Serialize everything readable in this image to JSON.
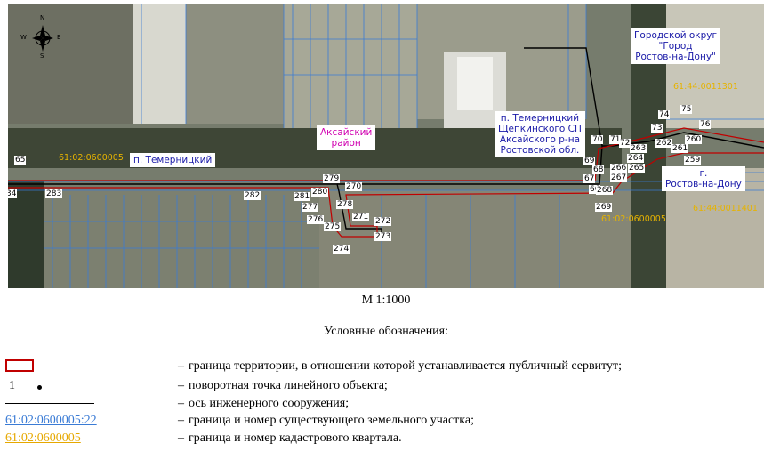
{
  "map": {
    "compass": {
      "n": "N",
      "s": "S",
      "e": "E",
      "w": "W"
    },
    "admin_labels": {
      "okrug": "Городской округ\n\"Город\nРостов-на-Дону\"",
      "aksai": "Аксайский\nрайон",
      "temernitsky_sp": "п. Темерницкий\nЩепкинского СП\nАксайского р-на\nРостовской обл.",
      "rostov": "г.\nРостов-на-Дону",
      "temernitsky": "п. Темерницкий"
    },
    "cadastral_quarters": [
      "61:44:0011301",
      "61:02:0600005",
      "61:02:0600005",
      "61:44:0011401"
    ],
    "points": [
      "65",
      "34",
      "283",
      "282",
      "281",
      "280",
      "279",
      "270",
      "278",
      "277",
      "276",
      "275",
      "271",
      "272",
      "273",
      "274",
      "66",
      "67",
      "68",
      "69",
      "70",
      "71",
      "72",
      "263",
      "264",
      "265",
      "266",
      "267",
      "268",
      "269",
      "262",
      "261",
      "260",
      "259",
      "73",
      "74",
      "75",
      "76"
    ]
  },
  "scale": "М 1:1000",
  "legend": {
    "title": "Условные обозначения:",
    "items": [
      {
        "symbol": "",
        "text": "граница территории, в отношении которой устанавливается публичный сервитут;"
      },
      {
        "symbol": "1",
        "text": "поворотная точка линейного объекта;"
      },
      {
        "symbol": "",
        "text": "ось инженерного сооружения;"
      },
      {
        "symbol": "61:02:0600005:22",
        "text": "граница и номер существующего земельного участка;"
      },
      {
        "symbol": "61:02:0600005",
        "text": "граница и номер кадастрового квартала."
      }
    ],
    "dash": "–"
  },
  "colors": {
    "servitude": "#c00000",
    "parcel": "#3a7bd5",
    "quarter": "#e6a800",
    "admin_blue": "#1a1aa8",
    "admin_magenta": "#d000b0"
  }
}
